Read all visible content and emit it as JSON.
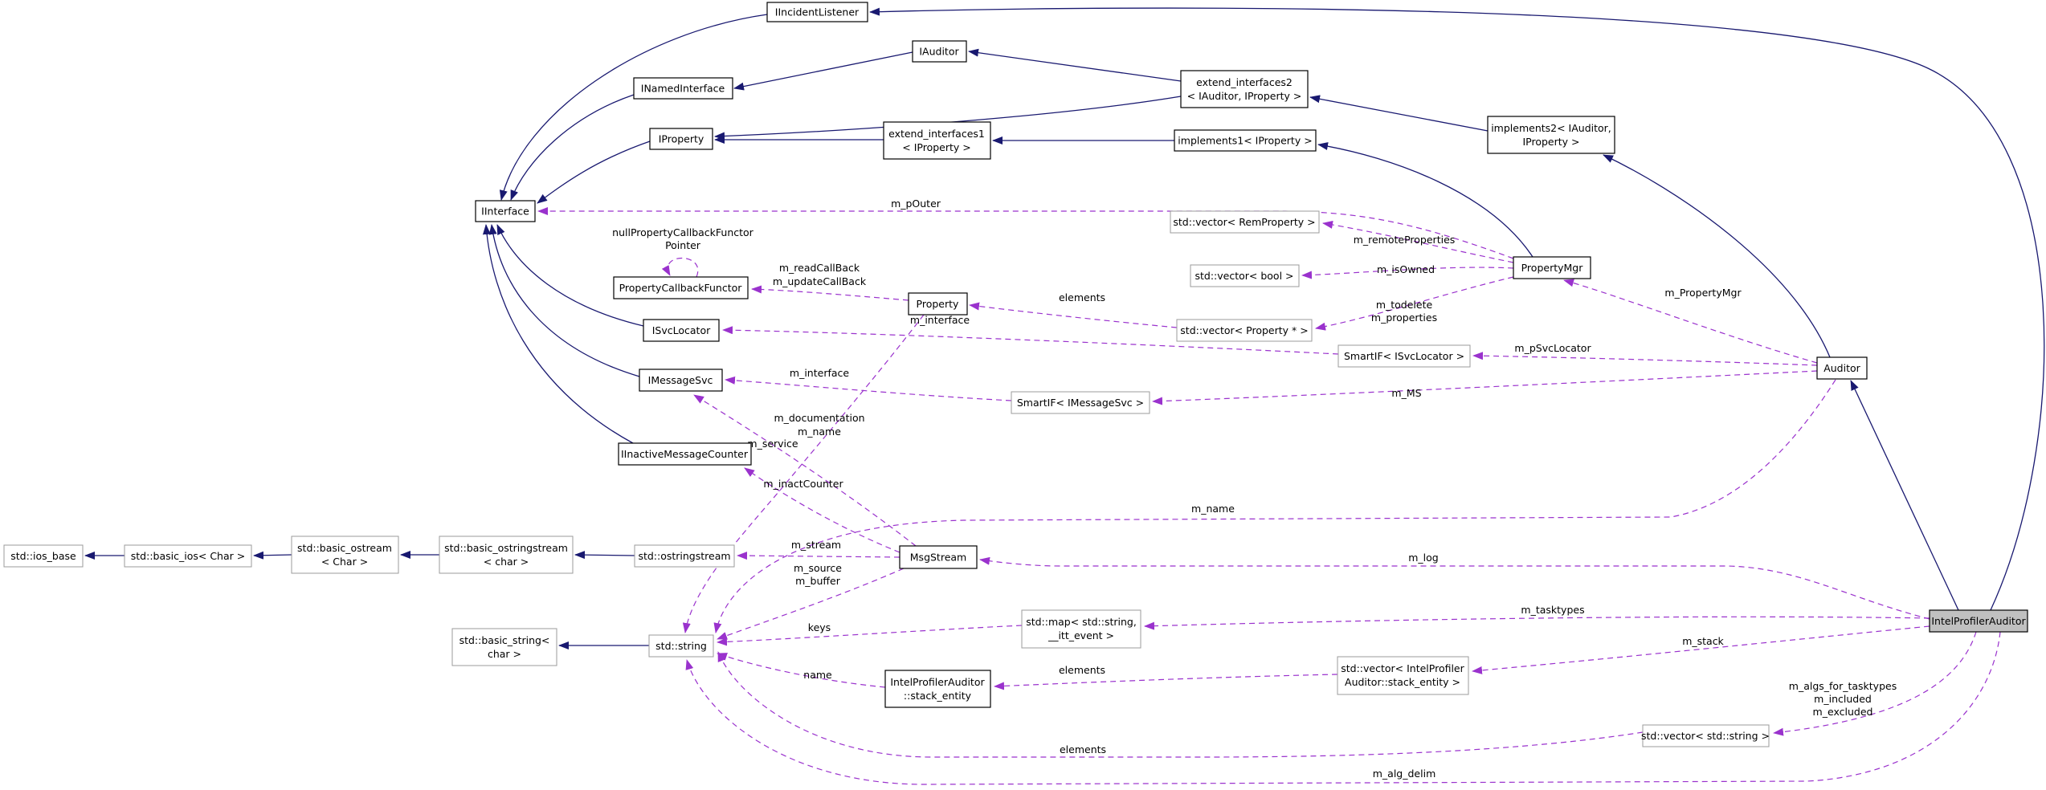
{
  "diagram": {
    "type": "class-collaboration-graph",
    "nodes": {
      "iincidentlistener": {
        "label": "IIncidentListener"
      },
      "iauditor": {
        "label": "IAuditor"
      },
      "inamedinterface": {
        "label": "INamedInterface"
      },
      "extend_interfaces2": {
        "lines": [
          "extend_interfaces2",
          "< IAuditor, IProperty >"
        ]
      },
      "iproperty": {
        "label": "IProperty"
      },
      "extend_interfaces1": {
        "lines": [
          "extend_interfaces1",
          "< IProperty >"
        ]
      },
      "implements1": {
        "label": "implements1< IProperty >"
      },
      "implements2": {
        "lines": [
          "implements2< IAuditor,",
          "IProperty >"
        ]
      },
      "iinterface": {
        "label": "IInterface"
      },
      "propertycallbackfunctor": {
        "label": "PropertyCallbackFunctor"
      },
      "isvclocator": {
        "label": "ISvcLocator"
      },
      "property": {
        "label": "Property"
      },
      "vector_remproperty": {
        "label": "std::vector< RemProperty >"
      },
      "vector_bool": {
        "label": "std::vector< bool >"
      },
      "vector_property": {
        "label": "std::vector< Property * >"
      },
      "propertymgr": {
        "label": "PropertyMgr"
      },
      "smartif_isvclocator": {
        "label": "SmartIF< ISvcLocator >"
      },
      "imessagesvc": {
        "label": "IMessageSvc"
      },
      "smartif_imessagesvc": {
        "label": "SmartIF< IMessageSvc >"
      },
      "auditor": {
        "label": "Auditor"
      },
      "iinactivemessagecounter": {
        "label": "IInactiveMessageCounter"
      },
      "ios_base": {
        "label": "std::ios_base"
      },
      "basic_ios": {
        "label": "std::basic_ios< Char >"
      },
      "basic_ostream": {
        "lines": [
          "std::basic_ostream",
          "< Char >"
        ]
      },
      "basic_ostringstream": {
        "lines": [
          "std::basic_ostringstream",
          "< char >"
        ]
      },
      "ostringstream": {
        "label": "std::ostringstream"
      },
      "msgstream": {
        "label": "MsgStream"
      },
      "basic_string": {
        "lines": [
          "std::basic_string<",
          "char >"
        ]
      },
      "string": {
        "label": "std::string"
      },
      "map_itt": {
        "lines": [
          "std::map< std::string,",
          "__itt_event >"
        ]
      },
      "stack_entity": {
        "lines": [
          "IntelProfilerAuditor",
          "::stack_entity"
        ]
      },
      "vector_stack_entity": {
        "lines": [
          "std::vector< IntelProfiler",
          "Auditor::stack_entity >"
        ]
      },
      "vector_string": {
        "label": "std::vector< std::string >"
      },
      "intelprofilerauditor": {
        "label": "IntelProfilerAuditor"
      }
    },
    "edge_labels": {
      "m_pouter": "m_pOuter",
      "nullfunctor_1": "nullPropertyCallbackFunctor",
      "nullfunctor_2": "Pointer",
      "m_readcallback": "m_readCallBack",
      "m_updatecallback": "m_updateCallBack",
      "elements_property": "elements",
      "m_remoteproperties": "m_remoteProperties",
      "m_isowned": "m_isOwned",
      "m_todelete": "m_todelete",
      "m_properties": "m_properties",
      "m_propertymgr": "m_PropertyMgr",
      "m_interface_svclocator": "m_interface",
      "m_psvclocator": "m_pSvcLocator",
      "m_interface_messagesvc": "m_interface",
      "m_ms": "m_MS",
      "m_documentation": "m_documentation",
      "m_name_property": "m_name",
      "m_service": "m_service",
      "m_inactcounter": "m_inactCounter",
      "m_name_auditor": "m_name",
      "m_stream": "m_stream",
      "m_source": "m_source",
      "m_buffer": "m_buffer",
      "m_log": "m_log",
      "keys": "keys",
      "m_tasktypes": "m_tasktypes",
      "name": "name",
      "elements_stack": "elements",
      "m_stack": "m_stack",
      "m_algs_for_tasktypes": "m_algs_for_tasktypes",
      "m_included": "m_included",
      "m_excluded": "m_excluded",
      "elements_string": "elements",
      "m_alg_delim": "m_alg_delim"
    },
    "colors": {
      "inheritance_edge": "#191970",
      "usage_edge": "#9a32cd",
      "node_border": "#000000",
      "external_node_border": "#9b9b9b",
      "main_node_fill": "#c0c0c0",
      "background": "#ffffff"
    }
  }
}
